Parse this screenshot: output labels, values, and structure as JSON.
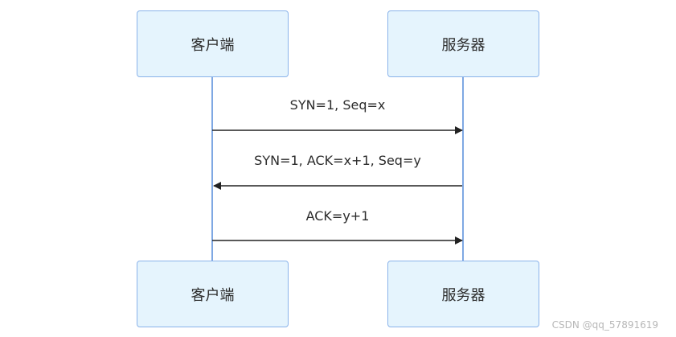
{
  "participants": {
    "client_top": "客户端",
    "server_top": "服务器",
    "client_bottom": "客户端",
    "server_bottom": "服务器"
  },
  "messages": [
    {
      "label": "SYN=1, Seq=x",
      "direction": "client-to-server"
    },
    {
      "label": "SYN=1, ACK=x+1, Seq=y",
      "direction": "server-to-client"
    },
    {
      "label": "ACK=y+1",
      "direction": "client-to-server"
    }
  ],
  "colors": {
    "box_fill": "#e5f4fd",
    "box_border": "#8ab3ea",
    "lifeline": "#7fa8e3",
    "arrow": "#222222",
    "text": "#2b2b2b",
    "watermark": "#b7b7b7"
  },
  "watermark": "CSDN @qq_57891619"
}
